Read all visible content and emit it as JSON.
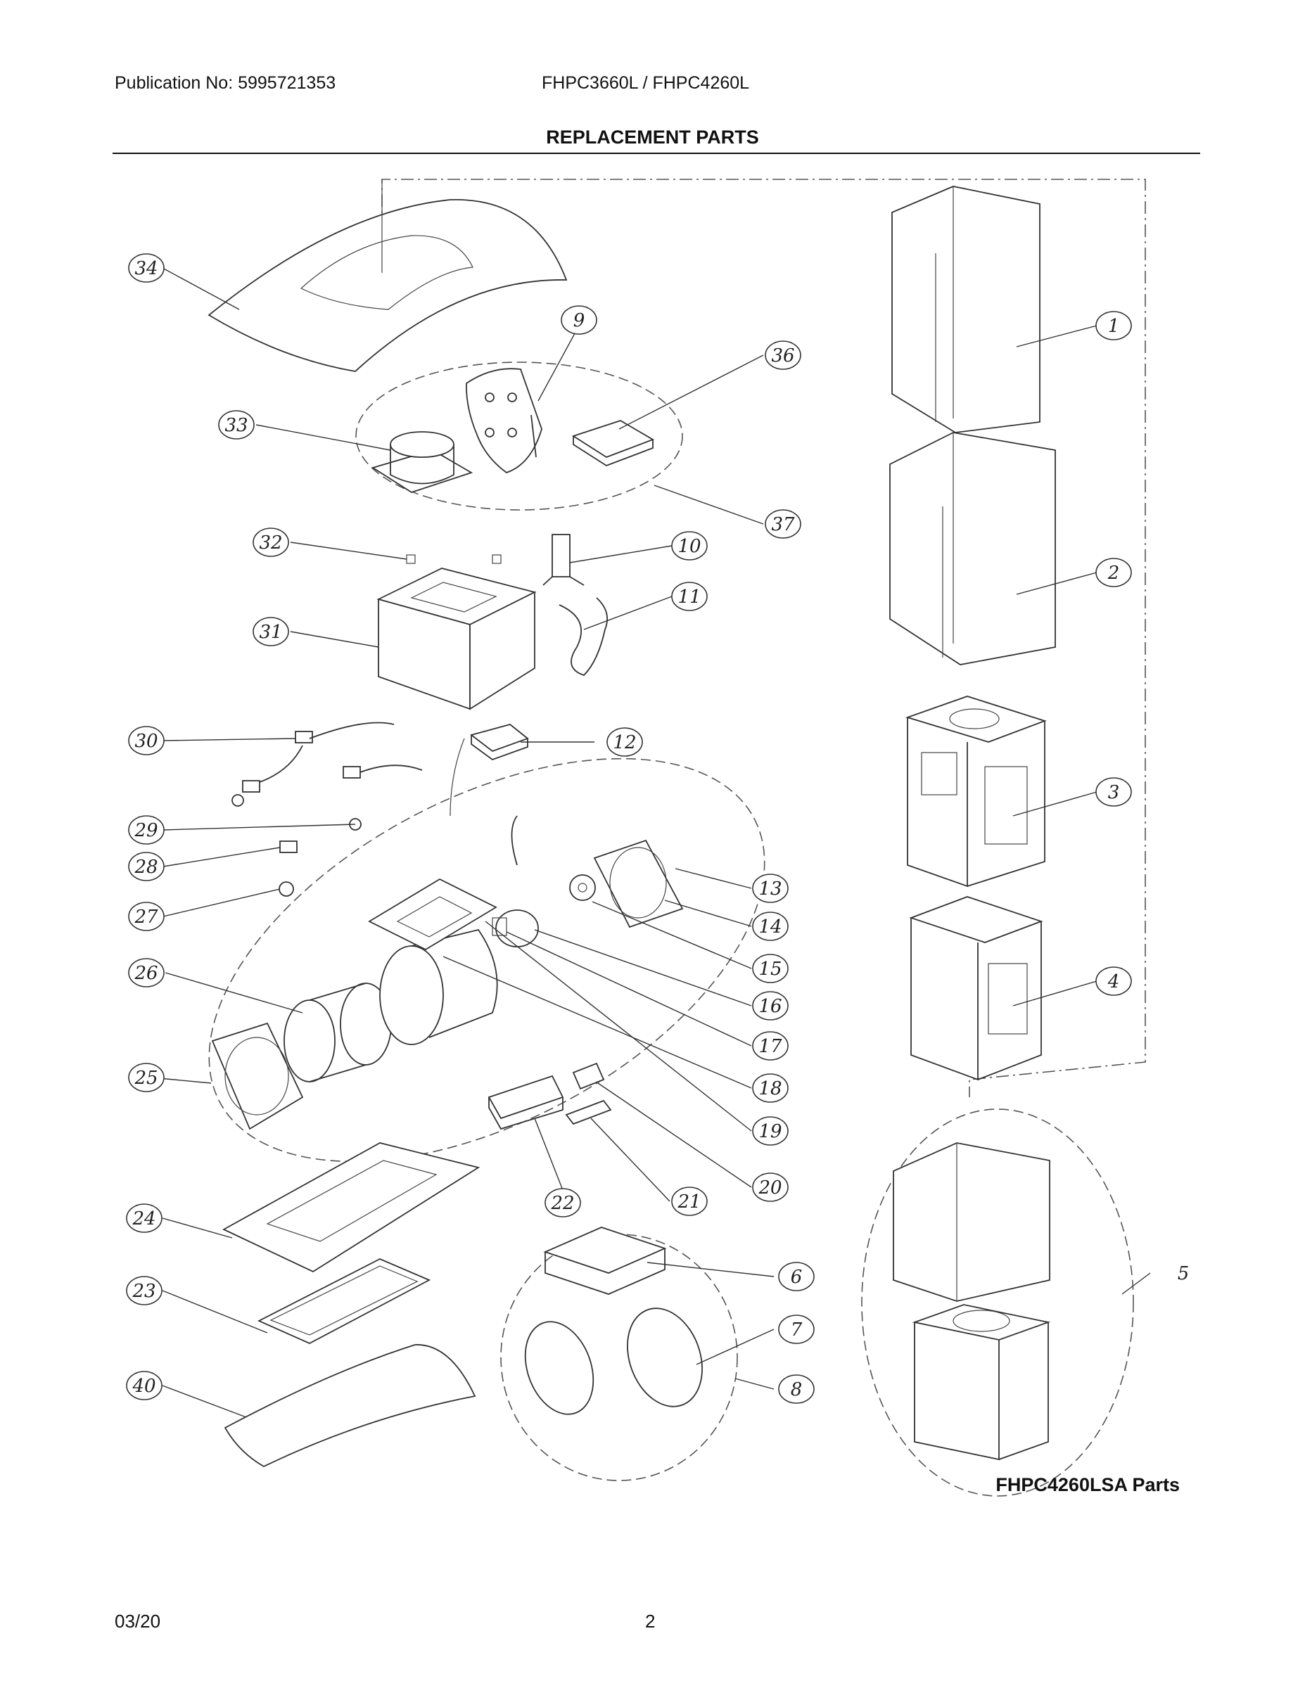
{
  "header": {
    "publication": "Publication No: 5995721353",
    "model": "FHPC3660L / FHPC4260L",
    "title": "REPLACEMENT PARTS"
  },
  "footer": {
    "date": "03/20",
    "page_number": "2"
  },
  "lsa_caption": "FHPC4260LSA Parts",
  "callouts": [
    {
      "key": "c1",
      "label": "1"
    },
    {
      "key": "c2",
      "label": "2"
    },
    {
      "key": "c3",
      "label": "3"
    },
    {
      "key": "c4",
      "label": "4"
    },
    {
      "key": "c5",
      "label": "5"
    },
    {
      "key": "c6",
      "label": "6"
    },
    {
      "key": "c7",
      "label": "7"
    },
    {
      "key": "c8",
      "label": "8"
    },
    {
      "key": "c9",
      "label": "9"
    },
    {
      "key": "c10",
      "label": "10"
    },
    {
      "key": "c11",
      "label": "11"
    },
    {
      "key": "c12",
      "label": "12"
    },
    {
      "key": "c13",
      "label": "13"
    },
    {
      "key": "c14",
      "label": "14"
    },
    {
      "key": "c15",
      "label": "15"
    },
    {
      "key": "c16",
      "label": "16"
    },
    {
      "key": "c17",
      "label": "17"
    },
    {
      "key": "c18",
      "label": "18"
    },
    {
      "key": "c19",
      "label": "19"
    },
    {
      "key": "c20",
      "label": "20"
    },
    {
      "key": "c21",
      "label": "21"
    },
    {
      "key": "c22",
      "label": "22"
    },
    {
      "key": "c23",
      "label": "23"
    },
    {
      "key": "c24",
      "label": "24"
    },
    {
      "key": "c25",
      "label": "25"
    },
    {
      "key": "c26",
      "label": "26"
    },
    {
      "key": "c27",
      "label": "27"
    },
    {
      "key": "c28",
      "label": "28"
    },
    {
      "key": "c29",
      "label": "29"
    },
    {
      "key": "c30",
      "label": "30"
    },
    {
      "key": "c31",
      "label": "31"
    },
    {
      "key": "c32",
      "label": "32"
    },
    {
      "key": "c33",
      "label": "33"
    },
    {
      "key": "c34",
      "label": "34"
    },
    {
      "key": "c36",
      "label": "36"
    },
    {
      "key": "c37",
      "label": "37"
    },
    {
      "key": "c40",
      "label": "40"
    }
  ]
}
